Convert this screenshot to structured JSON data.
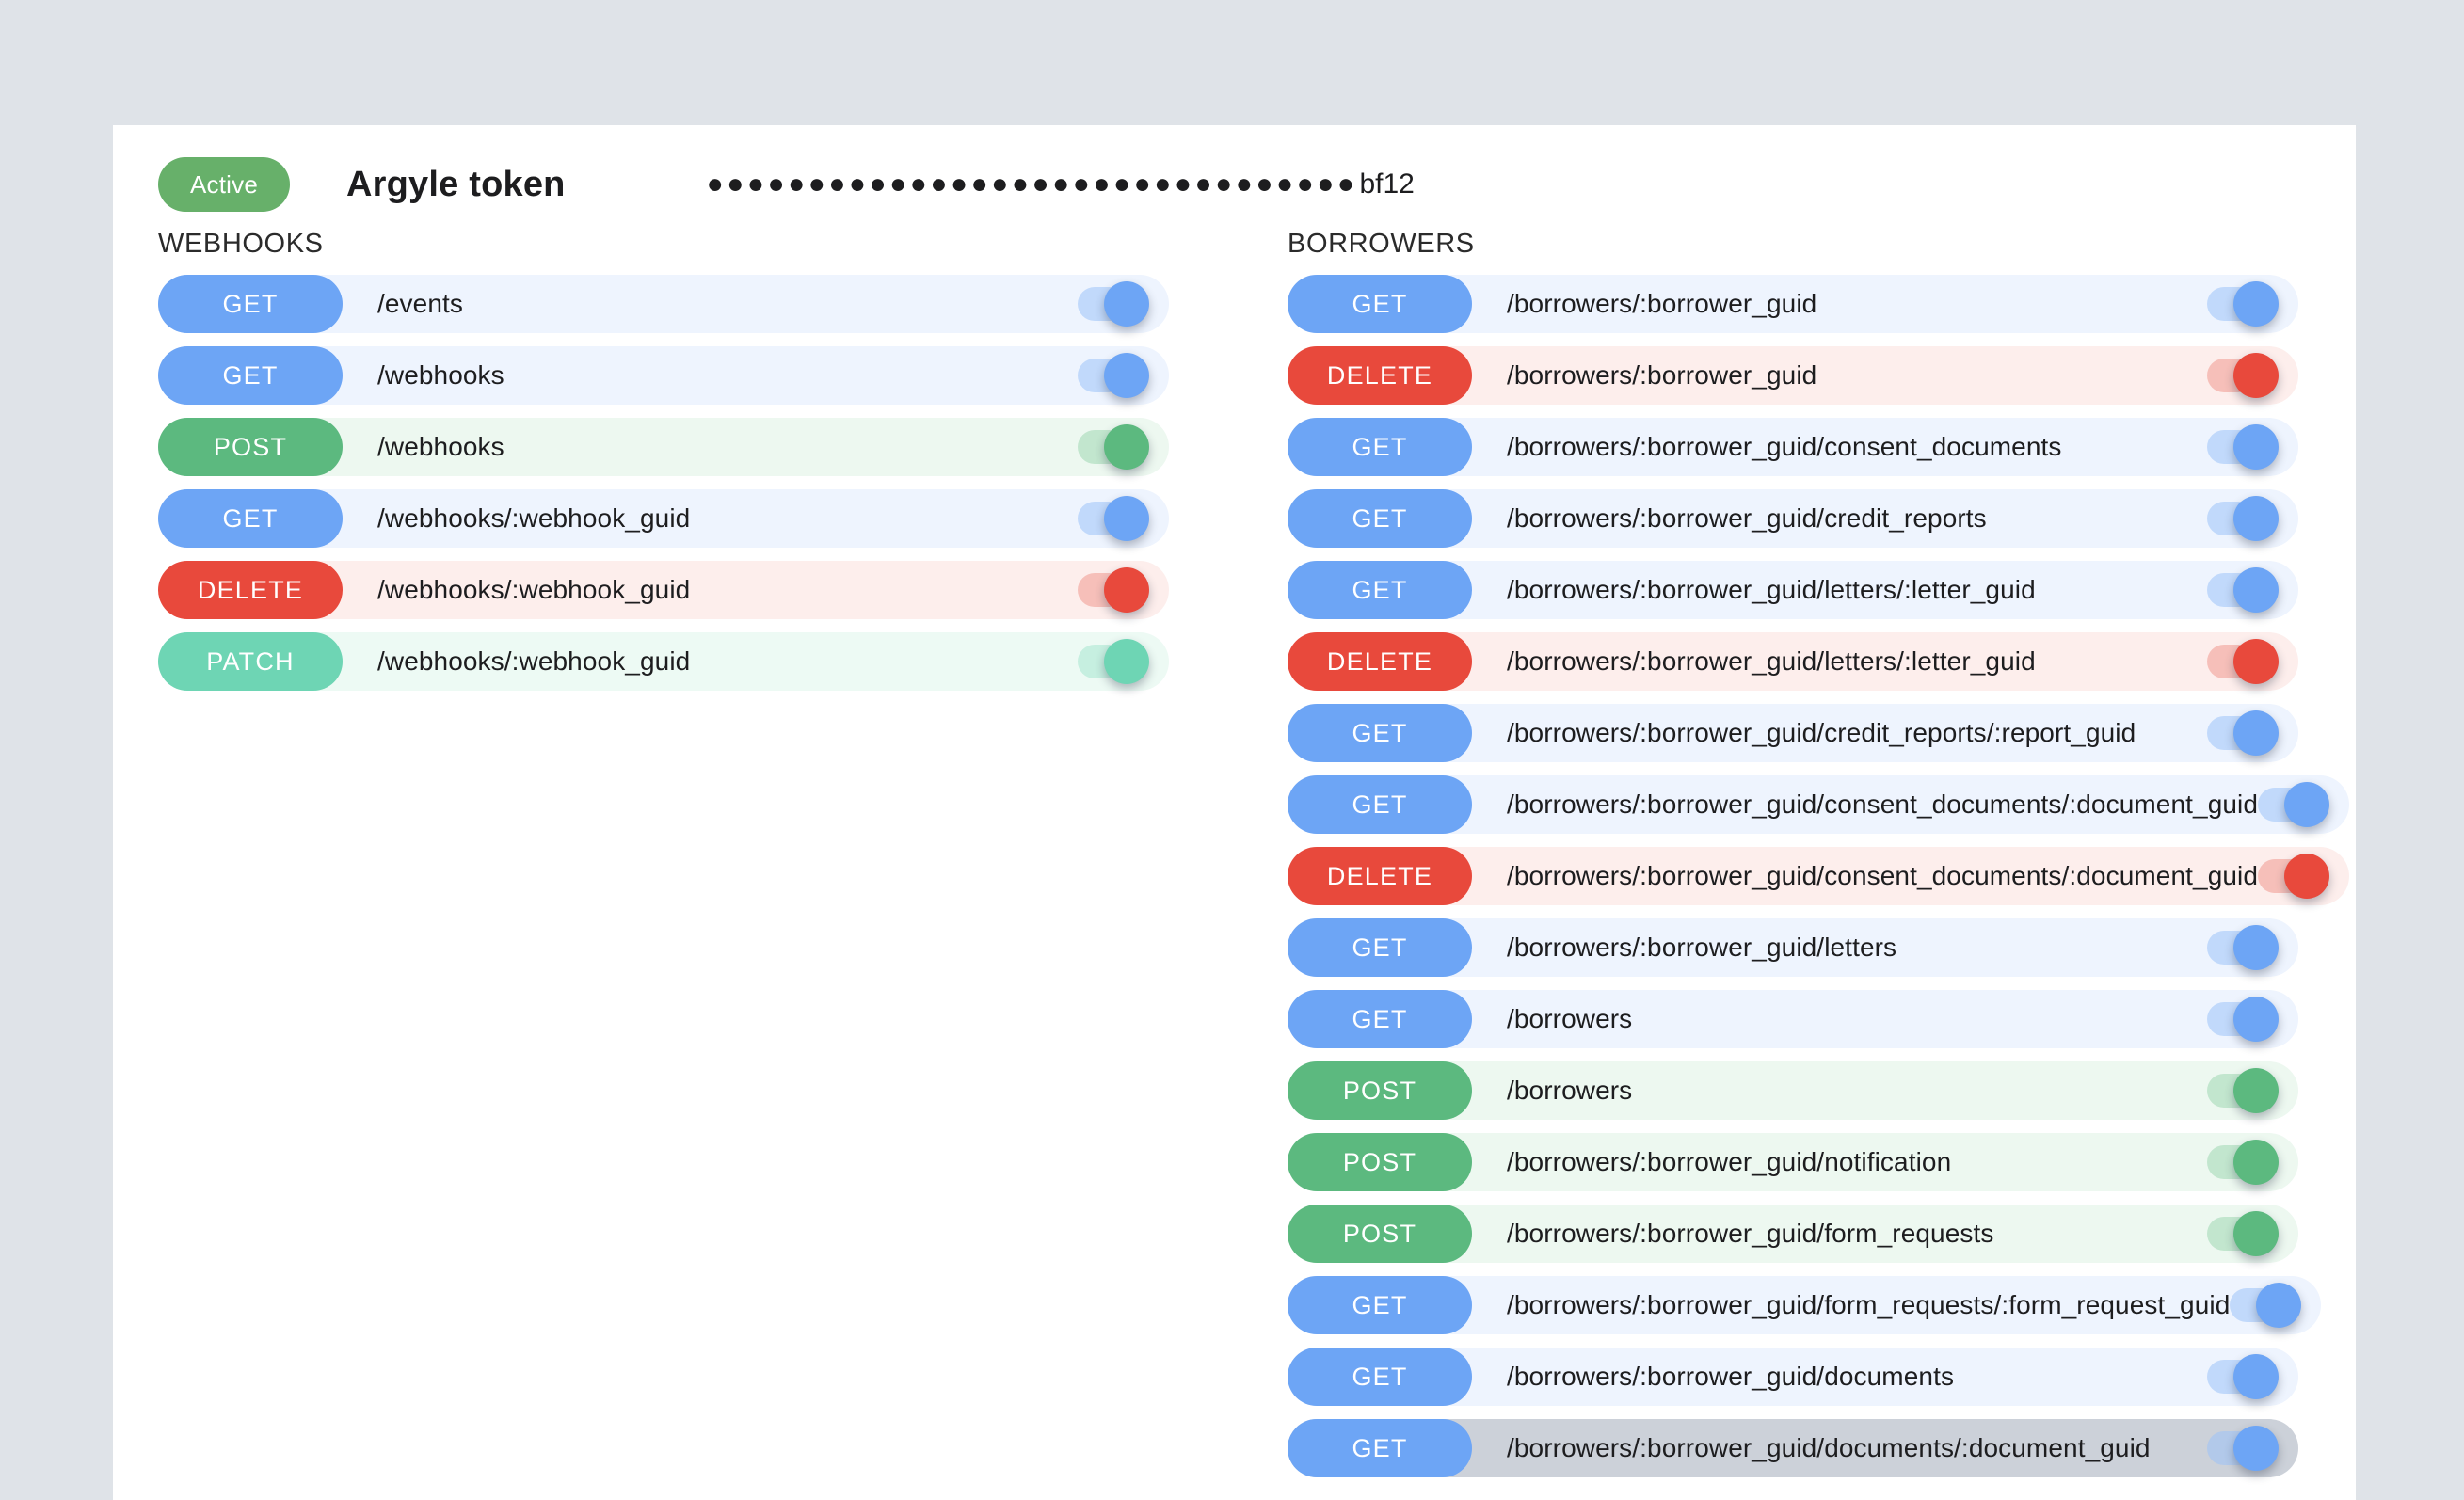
{
  "header": {
    "status_label": "Active",
    "title": "Argyle token",
    "token_mask": "●●●●●●●●●●●●●●●●●●●●●●●●●●●●●●●●",
    "token_suffix": "bf12"
  },
  "colors": {
    "page_background": "#dfe3e8",
    "card_background": "#ffffff",
    "get": "#6da5f5",
    "post": "#5cb97f",
    "delete": "#e8493c",
    "patch": "#6ed5b4",
    "active_row": "#ccd1d9",
    "status_badge": "#67b06a"
  },
  "sections": [
    {
      "title": "WEBHOOKS",
      "endpoints": [
        {
          "method": "GET",
          "path": "/events",
          "enabled": true,
          "highlighted": false
        },
        {
          "method": "GET",
          "path": "/webhooks",
          "enabled": true,
          "highlighted": false
        },
        {
          "method": "POST",
          "path": "/webhooks",
          "enabled": true,
          "highlighted": false
        },
        {
          "method": "GET",
          "path": "/webhooks/:webhook_guid",
          "enabled": true,
          "highlighted": false
        },
        {
          "method": "DELETE",
          "path": "/webhooks/:webhook_guid",
          "enabled": true,
          "highlighted": false
        },
        {
          "method": "PATCH",
          "path": "/webhooks/:webhook_guid",
          "enabled": true,
          "highlighted": false
        }
      ]
    },
    {
      "title": "BORROWERS",
      "endpoints": [
        {
          "method": "GET",
          "path": "/borrowers/:borrower_guid",
          "enabled": true,
          "highlighted": false
        },
        {
          "method": "DELETE",
          "path": "/borrowers/:borrower_guid",
          "enabled": true,
          "highlighted": false
        },
        {
          "method": "GET",
          "path": "/borrowers/:borrower_guid/consent_documents",
          "enabled": true,
          "highlighted": false
        },
        {
          "method": "GET",
          "path": "/borrowers/:borrower_guid/credit_reports",
          "enabled": true,
          "highlighted": false
        },
        {
          "method": "GET",
          "path": "/borrowers/:borrower_guid/letters/:letter_guid",
          "enabled": true,
          "highlighted": false
        },
        {
          "method": "DELETE",
          "path": "/borrowers/:borrower_guid/letters/:letter_guid",
          "enabled": true,
          "highlighted": false
        },
        {
          "method": "GET",
          "path": "/borrowers/:borrower_guid/credit_reports/:report_guid",
          "enabled": true,
          "highlighted": false
        },
        {
          "method": "GET",
          "path": "/borrowers/:borrower_guid/consent_documents/:document_guid",
          "enabled": true,
          "highlighted": false
        },
        {
          "method": "DELETE",
          "path": "/borrowers/:borrower_guid/consent_documents/:document_guid",
          "enabled": true,
          "highlighted": false
        },
        {
          "method": "GET",
          "path": "/borrowers/:borrower_guid/letters",
          "enabled": true,
          "highlighted": false
        },
        {
          "method": "GET",
          "path": "/borrowers",
          "enabled": true,
          "highlighted": false
        },
        {
          "method": "POST",
          "path": "/borrowers",
          "enabled": true,
          "highlighted": false
        },
        {
          "method": "POST",
          "path": "/borrowers/:borrower_guid/notification",
          "enabled": true,
          "highlighted": false
        },
        {
          "method": "POST",
          "path": "/borrowers/:borrower_guid/form_requests",
          "enabled": true,
          "highlighted": false
        },
        {
          "method": "GET",
          "path": "/borrowers/:borrower_guid/form_requests/:form_request_guid",
          "enabled": true,
          "highlighted": false
        },
        {
          "method": "GET",
          "path": "/borrowers/:borrower_guid/documents",
          "enabled": true,
          "highlighted": false
        },
        {
          "method": "GET",
          "path": "/borrowers/:borrower_guid/documents/:document_guid",
          "enabled": true,
          "highlighted": true
        }
      ]
    }
  ]
}
